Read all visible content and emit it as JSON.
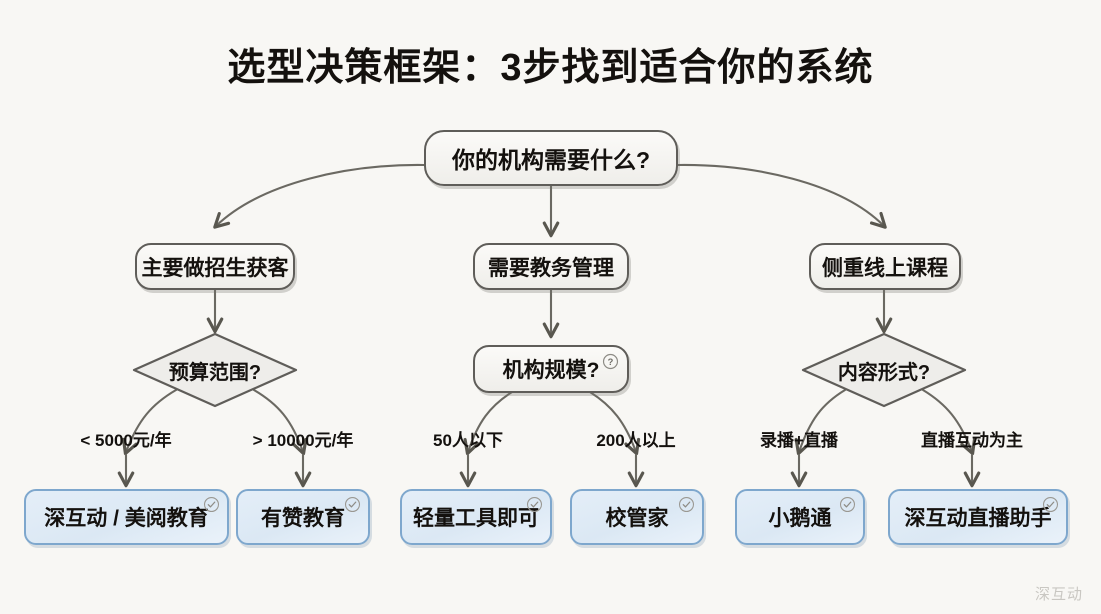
{
  "title": "选型决策框架：3步找到适合你的系统",
  "watermark": "深互动",
  "colors": {
    "background": "#f8f7f4",
    "node_stroke": "#5f5d59",
    "result_stroke": "#7ea7cd",
    "result_fill": "#dfeaf5",
    "text": "#14110e",
    "watermark": "#c9c7c2"
  },
  "root": {
    "label": "你的机构需要什么?"
  },
  "branches": [
    {
      "category": {
        "label": "主要做招生获客"
      },
      "decision": {
        "label": "预算范围?",
        "shape": "diamond",
        "help_icon": false
      },
      "options": [
        {
          "edge_label": "< 5000元/年",
          "result": "深互动 / 美阅教育",
          "badge": "check-circle-icon"
        },
        {
          "edge_label": "> 10000元/年",
          "result": "有赞教育",
          "badge": "check-circle-icon"
        }
      ]
    },
    {
      "category": {
        "label": "需要教务管理"
      },
      "decision": {
        "label": "机构规模?",
        "shape": "rounded-rect",
        "help_icon": true
      },
      "options": [
        {
          "edge_label": "50人以下",
          "result": "轻量工具即可",
          "badge": "check-circle-icon"
        },
        {
          "edge_label": "200人以上",
          "result": "校管家",
          "badge": "check-circle-icon"
        }
      ]
    },
    {
      "category": {
        "label": "侧重线上课程"
      },
      "decision": {
        "label": "内容形式?",
        "shape": "diamond",
        "help_icon": false
      },
      "options": [
        {
          "edge_label": "录播+直播",
          "result": "小鹅通",
          "badge": "check-circle-icon"
        },
        {
          "edge_label": "直播互动为主",
          "result": "深互动直播助手",
          "badge": "check-circle-icon"
        }
      ]
    }
  ]
}
